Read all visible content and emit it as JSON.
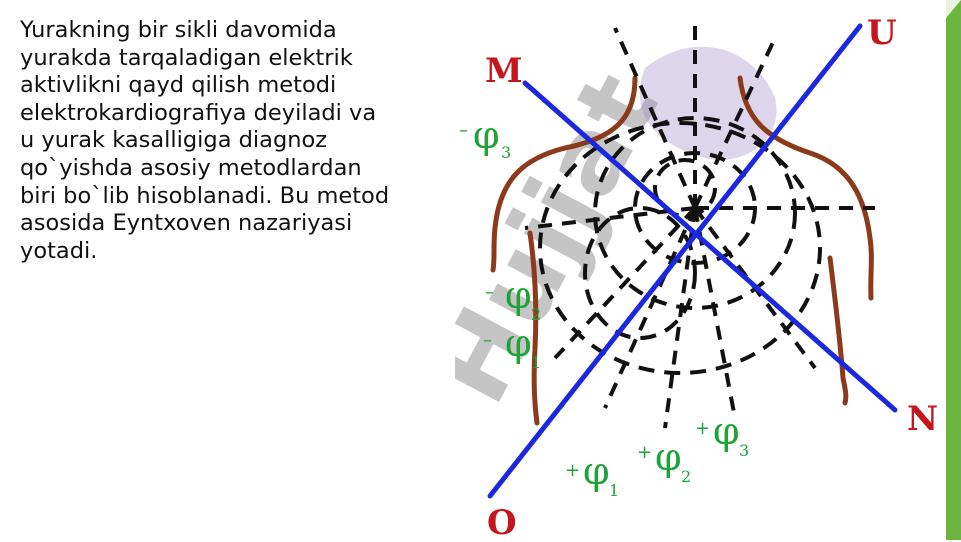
{
  "text": {
    "paragraph": "Yurakning bir sikli davomida yurakda tarqaladigan elektrik aktivlikni qayd qilish metodi elektrokardiografiya deyiladi va u yurak kasalligiga diagnoz qo`yishda asosiy metodlardan biri bo`lib hisoblanadi. Bu metod asosida Eyntxoven nazariyasi yotadi."
  },
  "watermark": {
    "text": "Hujjat"
  },
  "figure": {
    "labels": {
      "U": "U",
      "M": "M",
      "N": "N",
      "O": "O"
    },
    "phi_symbol": "φ",
    "minus": "–",
    "plus": "+",
    "subscripts": {
      "one": "1",
      "two": "2",
      "three": "3"
    }
  },
  "colors": {
    "accent": "#6cb33f",
    "lead_labels": "#c4161c",
    "phi": "#1fa339",
    "axis": "#1b28e0",
    "body_outline": "#8b3a1a",
    "field_lines": "#111111"
  }
}
